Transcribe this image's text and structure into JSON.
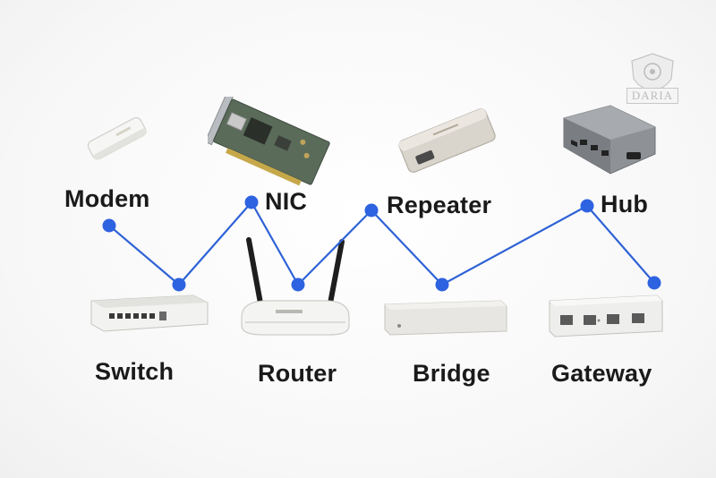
{
  "devices_top": [
    {
      "label": "Modem",
      "icon": "usb-modem-icon"
    },
    {
      "label": "NIC",
      "icon": "network-card-icon"
    },
    {
      "label": "Repeater",
      "icon": "repeater-icon"
    },
    {
      "label": "Hub",
      "icon": "usb-hub-icon"
    }
  ],
  "devices_bottom": [
    {
      "label": "Switch",
      "icon": "network-switch-icon"
    },
    {
      "label": "Router",
      "icon": "wireless-router-icon"
    },
    {
      "label": "Bridge",
      "icon": "bridge-box-icon"
    },
    {
      "label": "Gateway",
      "icon": "gateway-icon"
    }
  ],
  "watermark": {
    "text": "DARIA"
  },
  "colors": {
    "line": "#2f62d6",
    "node": "#2d63e0",
    "label": "#1a1a1a"
  }
}
